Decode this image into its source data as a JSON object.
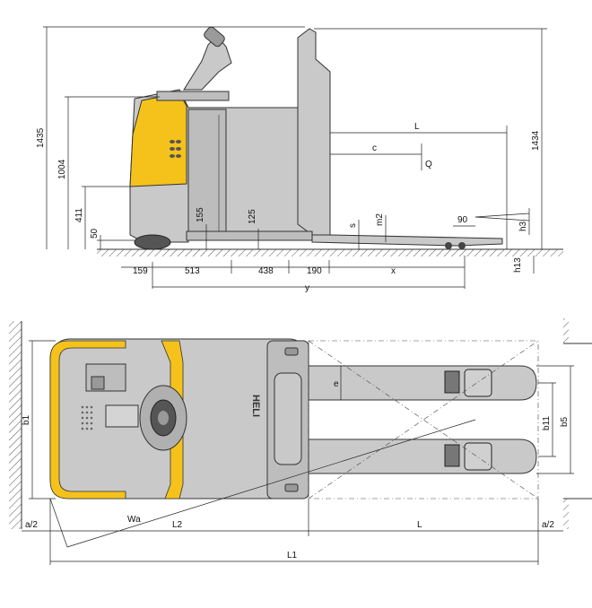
{
  "colors": {
    "truck_gray": "#c9c9c9",
    "truck_dark": "#8f8f8f",
    "accent_yellow": "#f5c21b",
    "line": "#222222",
    "ground": "#555555"
  },
  "side_view": {
    "dims": {
      "h1435": "1435",
      "h1004": "1004",
      "h411": "411",
      "h50": "50",
      "h155": "155",
      "h125": "125",
      "h1434": "1434",
      "L": "L",
      "c": "c",
      "Q": "Q",
      "s": "s",
      "m2": "m2",
      "a90": "90",
      "h3": "h3",
      "h13": "h13",
      "d159": "159",
      "d513": "513",
      "d438": "438",
      "d190": "190",
      "x": "x",
      "y": "y"
    }
  },
  "top_view": {
    "logo": "HELI",
    "dims": {
      "e": "e",
      "b1": "b1",
      "b11": "b11",
      "b5": "b5",
      "Wa": "Wa",
      "L2": "L2",
      "L": "L",
      "a2_left": "a/2",
      "a2_right": "a/2",
      "L1": "L1"
    }
  }
}
